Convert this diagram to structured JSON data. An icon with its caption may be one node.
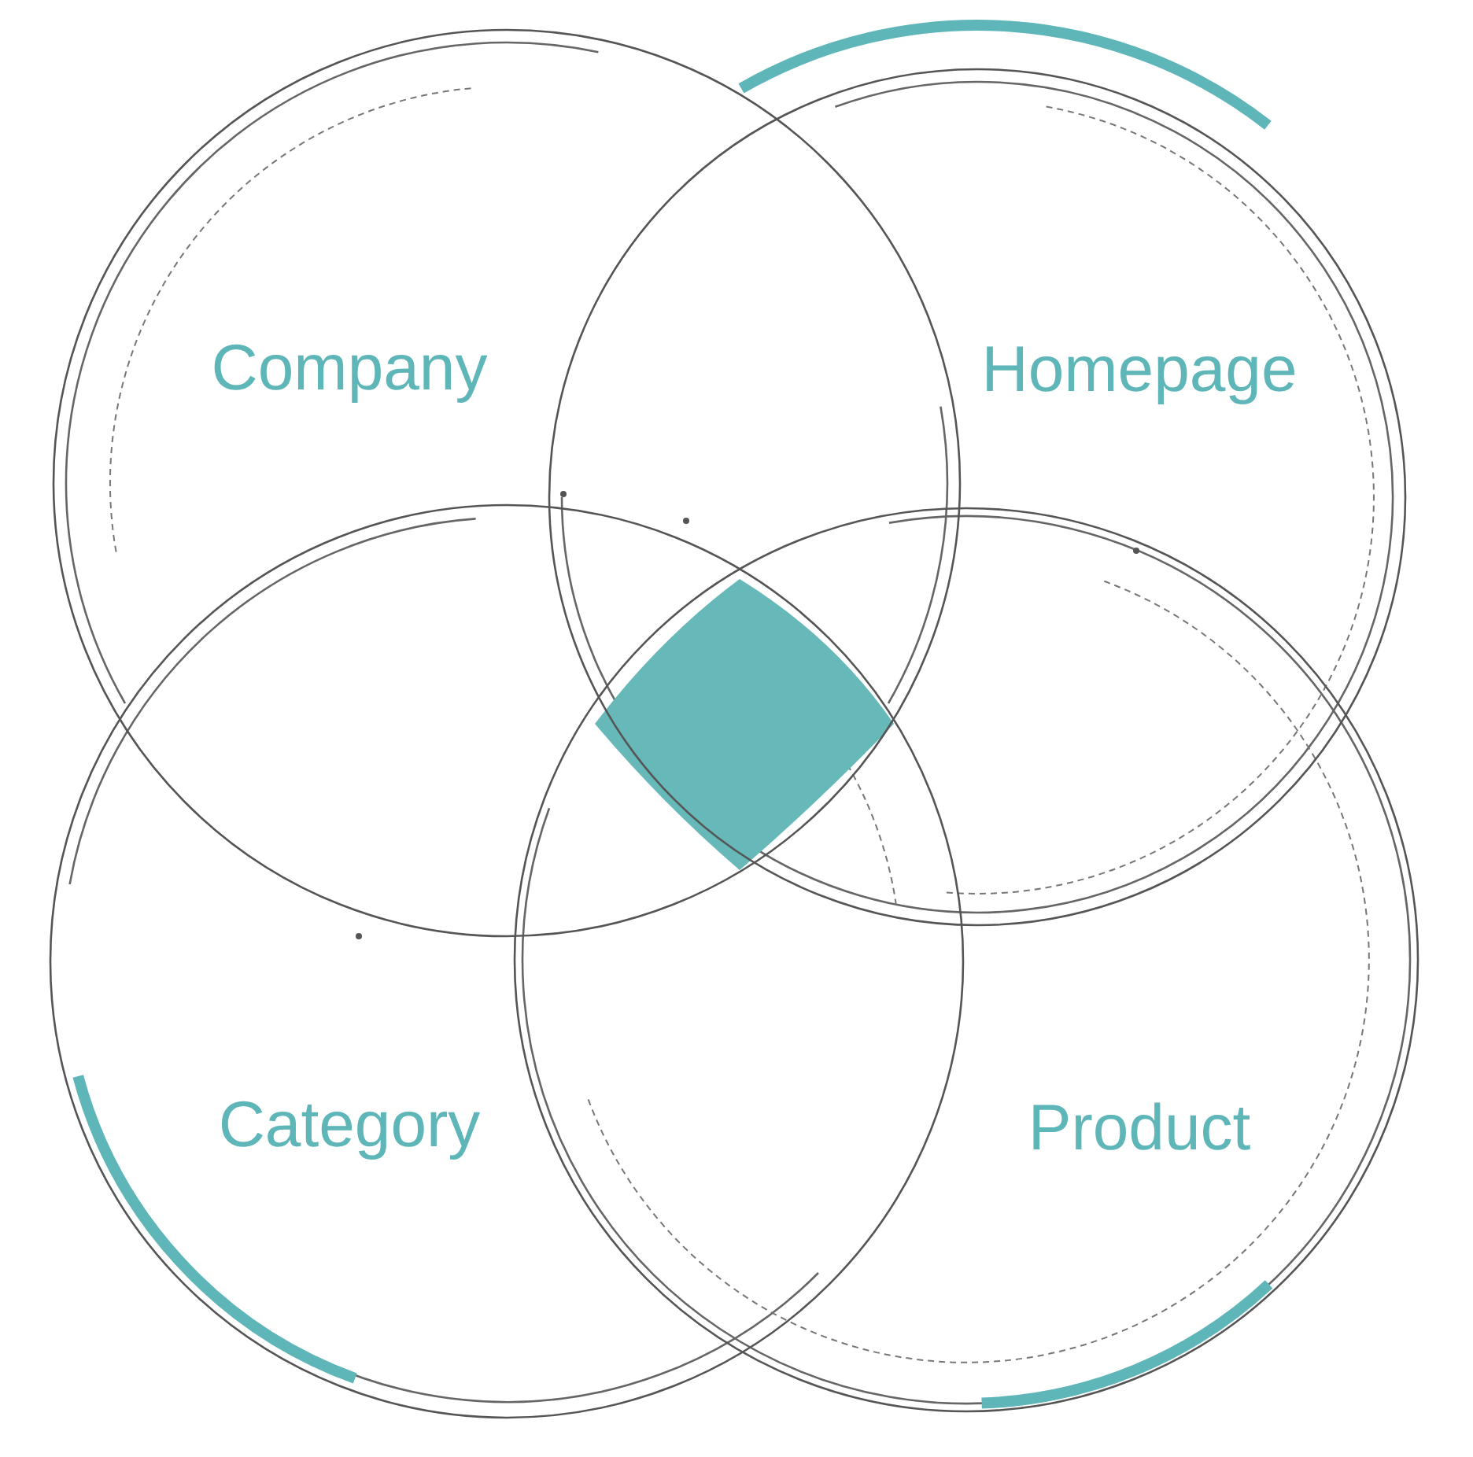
{
  "diagram": {
    "nodes": [
      {
        "text": [
          "Company"
        ]
      },
      {
        "text": [
          "Homepage"
        ]
      },
      {
        "text": [
          "Category"
        ]
      },
      {
        "text": [
          "Product"
        ]
      }
    ]
  }
}
